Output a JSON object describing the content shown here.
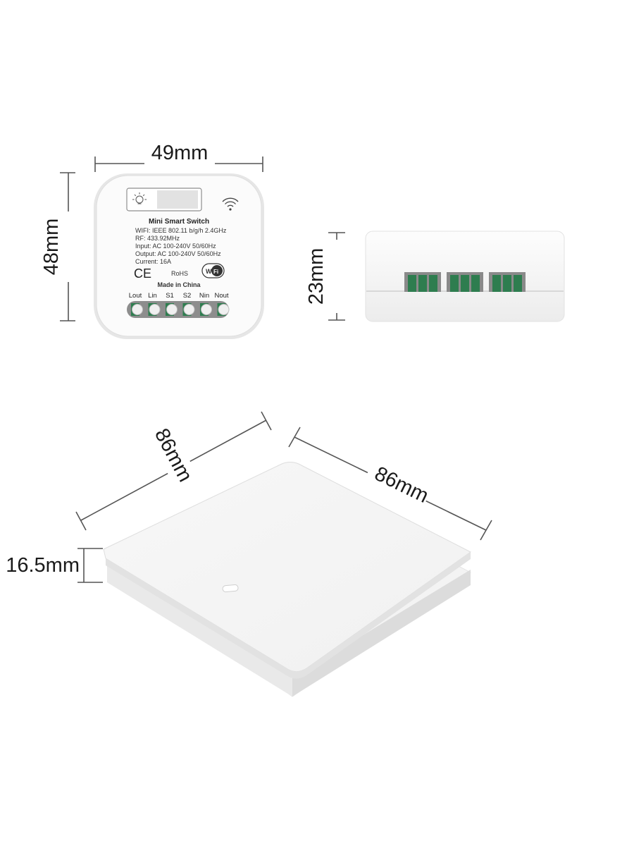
{
  "dimensions": {
    "module_width": "49mm",
    "module_height": "48mm",
    "module_depth": "23mm",
    "panel_width": "86mm",
    "panel_length": "86mm",
    "panel_thickness": "16.5mm"
  },
  "module_label": {
    "title": "Mini Smart Switch",
    "spec_wifi": "WIFI: IEEE 802.11 b/g/h  2.4GHz",
    "spec_rf": "RF: 433.92MHz",
    "spec_input": "Input:  AC 100-240V  50/60Hz",
    "spec_output": "Output:  AC 100-240V  50/60Hz",
    "spec_current": "Current:  16A",
    "ce_mark": "CE",
    "rohs_mark": "RoHS",
    "wifi_badge_wi": "Wi",
    "wifi_badge_fi": "Fi",
    "origin": "Made in China",
    "terminals": [
      "Lout",
      "Lin",
      "S1",
      "S2",
      "Nin",
      "Nout"
    ]
  },
  "colors": {
    "terminal_green": "#2e7d4f",
    "terminal_gray": "#8a8a8a",
    "body_white": "#fbfbfb",
    "body_edge": "#e3e3e3"
  },
  "icons": [
    "bulb-icon",
    "wifi-signal-icon"
  ]
}
